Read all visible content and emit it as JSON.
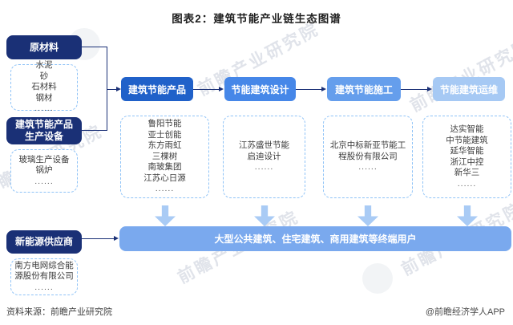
{
  "title": "图表2：建筑节能产业链生态图谱",
  "palette": {
    "navy": "#1a3076",
    "chain_1": "#2061c9",
    "chain_2": "#4687e8",
    "chain_3": "#659eec",
    "chain_4": "#a6c9f4",
    "end_bar": "#7aa9ee",
    "dashed_border": "#8fc3f7",
    "down_arrow": "#a9cbf5"
  },
  "left": {
    "materials": {
      "label": "原材料",
      "items": [
        "水泥",
        "砂",
        "石材料",
        "钢材",
        "......"
      ]
    },
    "equipment": {
      "label": "建筑节能产品生产设备",
      "items": [
        "玻璃生产设备",
        "锅炉",
        "......"
      ]
    },
    "energy": {
      "label": "新能源供应商",
      "items": [
        "南方电网综合能源股份有限公司",
        "......"
      ]
    }
  },
  "chain": {
    "stages": [
      {
        "label": "建筑节能产品",
        "companies": [
          "鲁阳节能",
          "亚士创能",
          "东方雨虹",
          "三棵树",
          "南玻集团",
          "江苏心日源",
          "......"
        ]
      },
      {
        "label": "节能建筑设计",
        "companies": [
          "江苏盛世节能",
          "启迪设计",
          "......"
        ]
      },
      {
        "label": "建筑节能施工",
        "companies": [
          "北京中标新亚节能工程股份有限公司",
          "......"
        ]
      },
      {
        "label": "节能建筑运维",
        "companies": [
          "达实智能",
          "中节能建筑",
          "延华智能",
          "浙江中控",
          "新华三",
          "......"
        ]
      }
    ]
  },
  "end_users": "大型公共建筑、住宅建筑、商用建筑等终端用户",
  "watermark": {
    "text": "前瞻产业研究院"
  },
  "footer": {
    "source": "资料来源：前瞻产业研究院",
    "credit": "@前瞻经济学人APP"
  }
}
